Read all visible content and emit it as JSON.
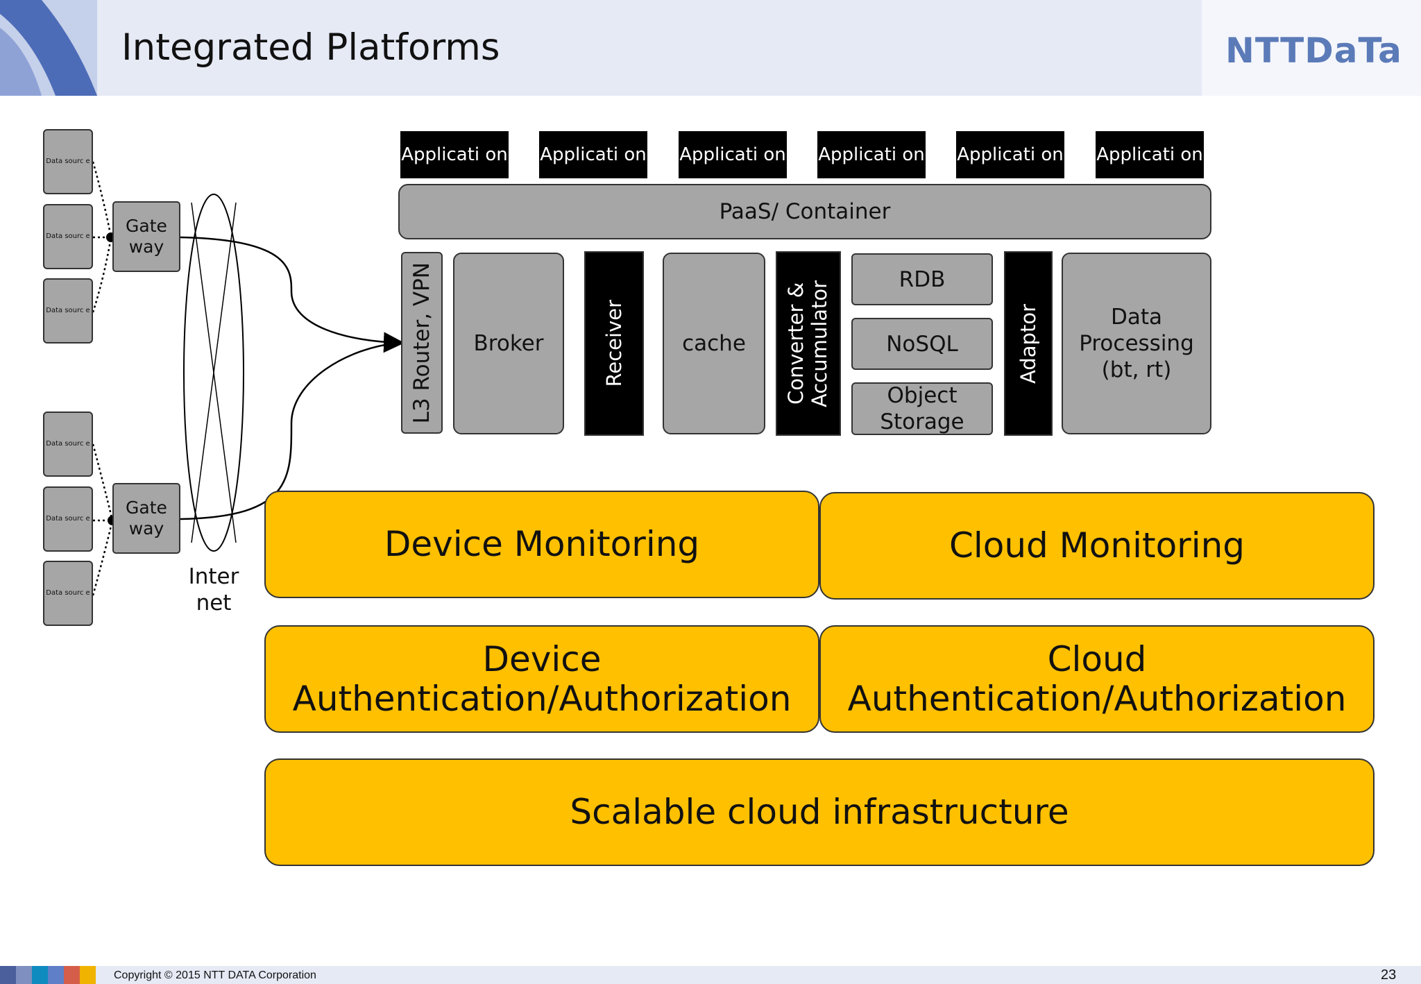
{
  "header": {
    "title": "Integrated Platforms",
    "logo_text": "NTTDaTa",
    "accent_color": "#5b7ab8",
    "bar_color": "#e6eaf5"
  },
  "diagram": {
    "data_source_label": "Data sourc e",
    "gateway_label": "Gate way",
    "internet_label": "Inter net",
    "applications": [
      "Applicati on",
      "Applicati on",
      "Applicati on",
      "Applicati on",
      "Applicati on",
      "Applicati on"
    ],
    "paas": "PaaS/ Container",
    "l3_router": "L3 Router, VPN",
    "broker": "Broker",
    "receiver": "Receiver",
    "cache": "cache",
    "converter": "Converter & Accumulator",
    "rdb": "RDB",
    "nosql": "NoSQL",
    "object_storage": "Object Storage",
    "adaptor": "Adaptor",
    "data_processing": "Data Processing (bt, rt)",
    "device_monitoring": "Device Monitoring",
    "cloud_monitoring": "Cloud Monitoring",
    "device_auth": "Device Authentication/Authorization",
    "cloud_auth": "Cloud Authentication/Authorization",
    "infrastructure": "Scalable cloud infrastructure",
    "colors": {
      "gold": "#ffc000",
      "gray": "#a6a6a6",
      "black": "#000000"
    }
  },
  "footer": {
    "copyright": "Copyright © 2015 NTT DATA Corporation",
    "page_number": "23",
    "strip_colors": [
      "#4a5f9c",
      "#7f8fbf",
      "#0f8bc0",
      "#5f7fc8",
      "#d55e4a",
      "#f0b400"
    ]
  }
}
